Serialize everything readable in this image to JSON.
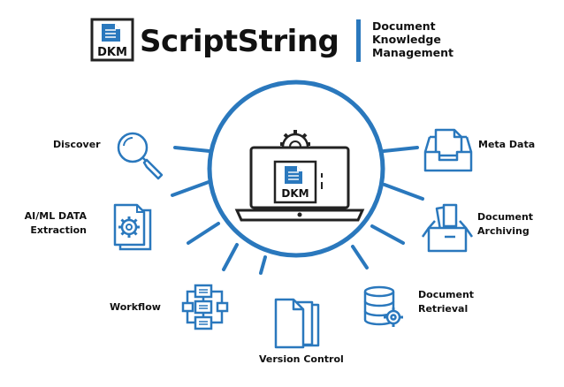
{
  "header": {
    "logo_badge_text": "DKM",
    "brand_name": "ScriptString",
    "tagline_lines": [
      "Document",
      "Knowledge",
      "Management"
    ]
  },
  "center": {
    "screen_badge_text": "DKM"
  },
  "features": {
    "discover": "Discover",
    "ai_ml_line1": "AI/ML DATA",
    "ai_ml_line2": "Extraction",
    "workflow": "Workflow",
    "version_control": "Version Control",
    "meta_data": "Meta Data",
    "archiving_line1": "Document",
    "archiving_line2": "Archiving",
    "retrieval_line1": "Document",
    "retrieval_line2": "Retrieval"
  },
  "colors": {
    "accent": "#2a78bd",
    "text": "#111111",
    "line": "#222222"
  },
  "icons": {
    "logo": "document-icon",
    "discover": "magnifier-icon",
    "ai_ml": "gear-document-icon",
    "workflow": "flowchart-icon",
    "version_control": "stacked-documents-icon",
    "meta_data": "inbox-tray-icon",
    "archiving": "archive-box-icon",
    "retrieval": "database-gear-icon",
    "center": "laptop-gear-icon"
  }
}
